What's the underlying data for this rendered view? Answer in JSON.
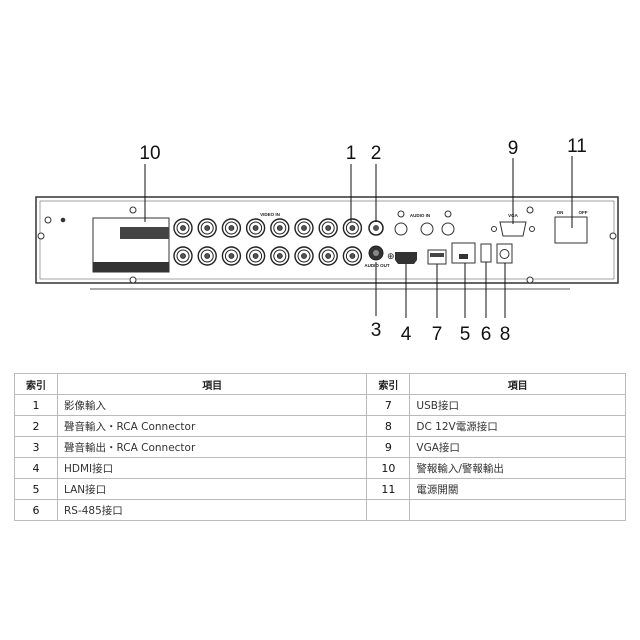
{
  "diagram": {
    "callouts_top": [
      "10",
      "1",
      "2",
      "9",
      "11"
    ],
    "callouts_bottom": [
      "3",
      "4",
      "7",
      "5",
      "6",
      "8"
    ],
    "panel_labels": {
      "video_in": "VIDEO IN",
      "audio_in": "AUDIO IN",
      "audio_out": "AUDIO OUT",
      "vga": "VGA",
      "on": "ON",
      "off": "OFF"
    }
  },
  "table": {
    "headers": [
      "索引",
      "項目",
      "索引",
      "項目"
    ],
    "rows": [
      [
        "1",
        "影像輸入",
        "7",
        "USB接口"
      ],
      [
        "2",
        "聲音輸入・RCA Connector",
        "8",
        "DC 12V電源接口"
      ],
      [
        "3",
        "聲音輸出・RCA Connector",
        "9",
        "VGA接口"
      ],
      [
        "4",
        "HDMI接口",
        "10",
        "警報輸入/警報輸出"
      ],
      [
        "5",
        "LAN接口",
        "11",
        "電源開關"
      ],
      [
        "6",
        "RS-485接口",
        "",
        ""
      ]
    ]
  }
}
